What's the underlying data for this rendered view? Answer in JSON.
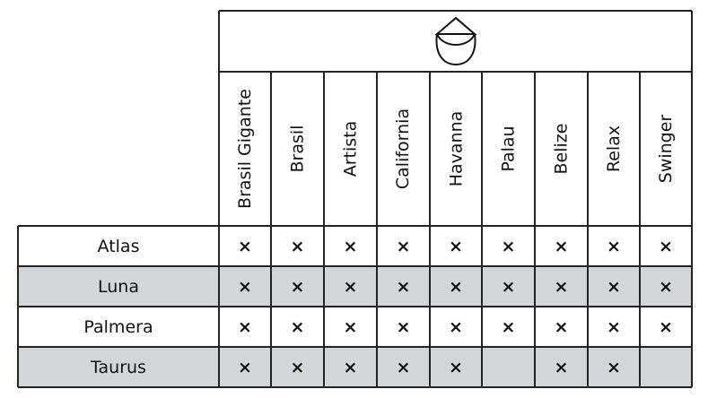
{
  "columns": [
    "Brasil Gigante",
    "Brasil",
    "Artista",
    "California",
    "Havanna",
    "Palau",
    "Belize",
    "Relax",
    "Swinger"
  ],
  "header_icon": "hanging-chair-icon",
  "mark_symbol": "×",
  "rows": [
    {
      "label": "Atlas",
      "marks": [
        true,
        true,
        true,
        true,
        true,
        true,
        true,
        true,
        true
      ]
    },
    {
      "label": "Luna",
      "marks": [
        true,
        true,
        true,
        true,
        true,
        true,
        true,
        true,
        true
      ]
    },
    {
      "label": "Palmera",
      "marks": [
        true,
        true,
        true,
        true,
        true,
        true,
        true,
        true,
        true
      ]
    },
    {
      "label": "Taurus",
      "marks": [
        true,
        true,
        true,
        true,
        true,
        false,
        true,
        true,
        false
      ]
    }
  ],
  "colors": {
    "shaded_row": "#d3d6d8",
    "grid_line": "#222222"
  }
}
